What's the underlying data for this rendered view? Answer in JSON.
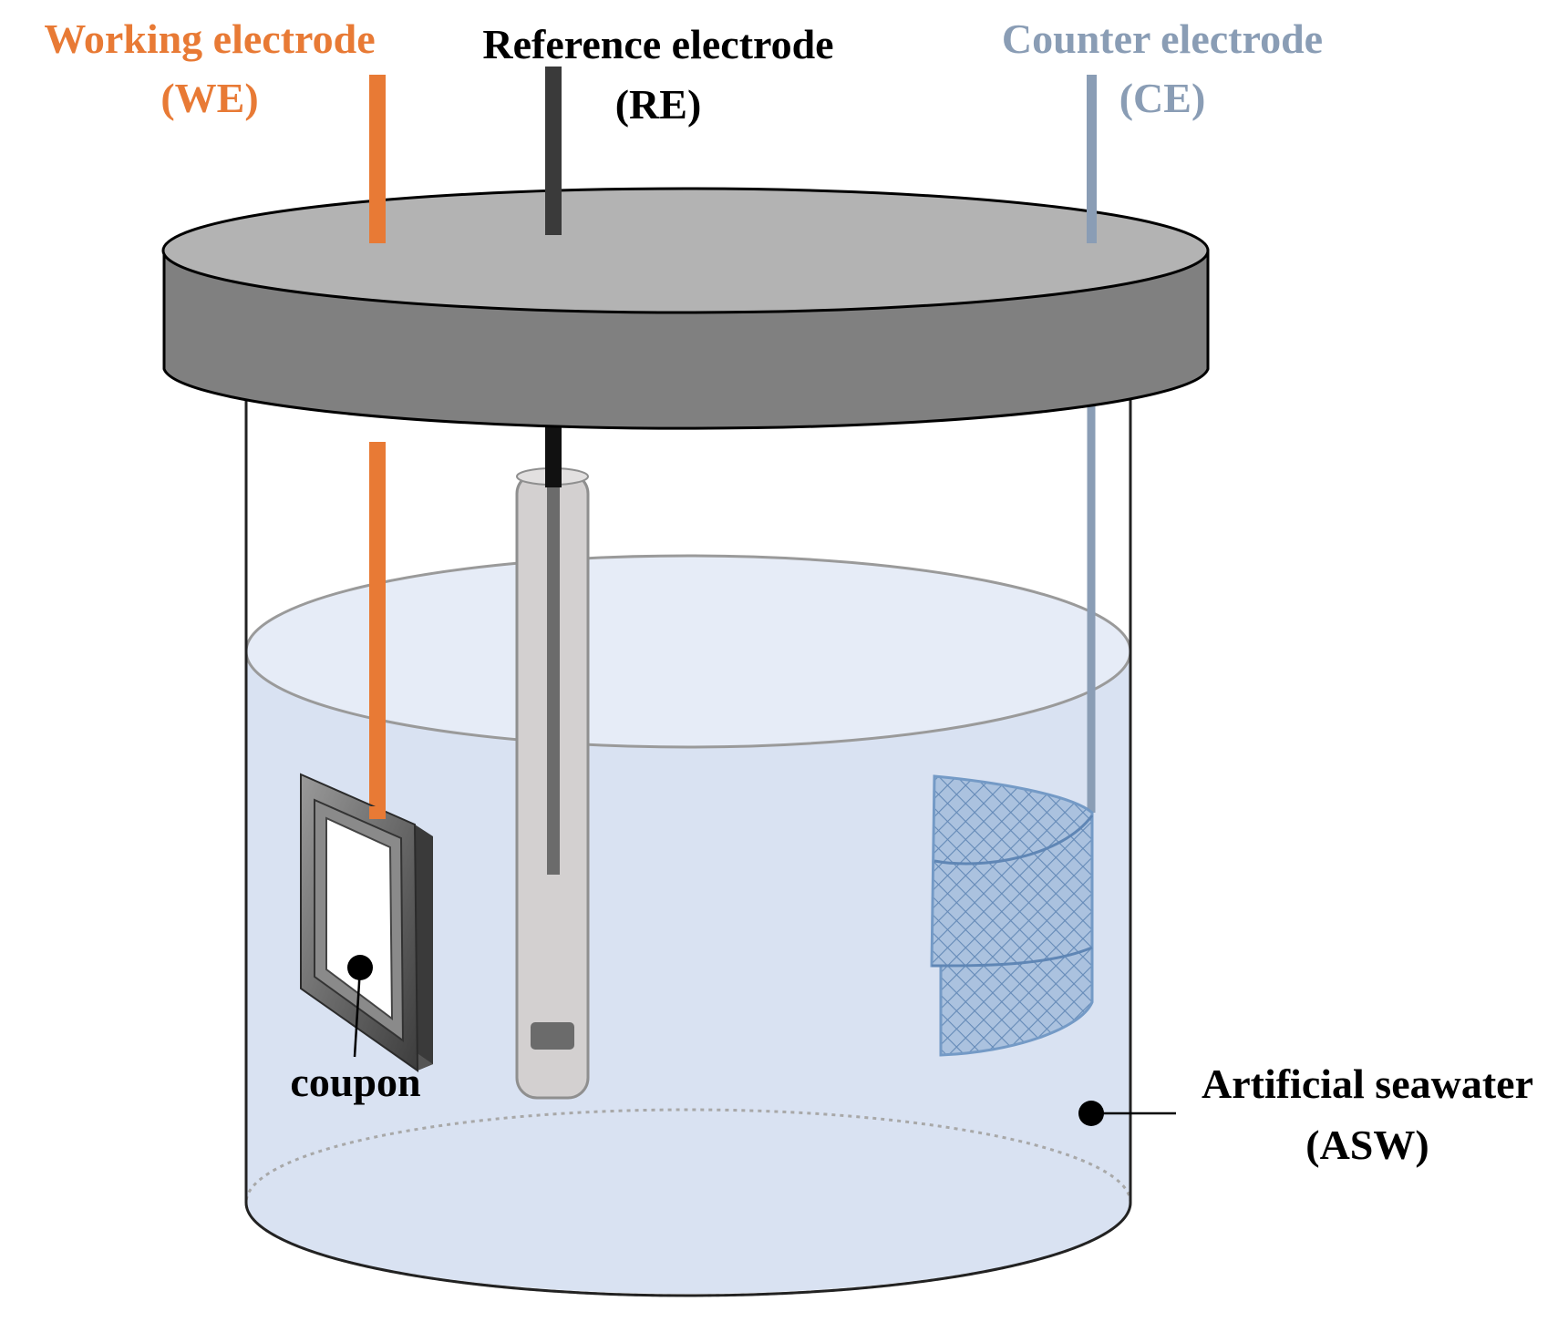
{
  "labels": {
    "working_electrode": "Working electrode",
    "working_electrode_abbr": "(WE)",
    "reference_electrode": "Reference electrode",
    "reference_electrode_abbr": "(RE)",
    "counter_electrode": "Counter electrode",
    "counter_electrode_abbr": "(CE)",
    "coupon": "coupon",
    "artificial_seawater": "Artificial seawater",
    "artificial_seawater_abbr": "(ASW)"
  },
  "colors": {
    "working_electrode": "#E87A35",
    "reference_electrode": "#3A3A3A",
    "counter_electrode": "#8A9DB5",
    "lid_top": "#B3B3B3",
    "lid_side": "#808080",
    "water": "#D9E2F2",
    "water_surface": "#E6ECF7",
    "mesh": "#6F97C4"
  }
}
